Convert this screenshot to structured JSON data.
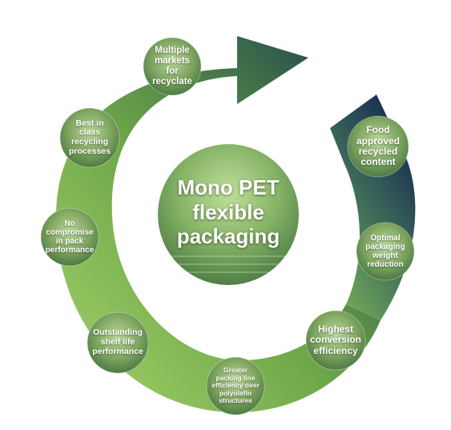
{
  "center": {
    "label": "Mono PET\nflexible\npackaging"
  },
  "benefits": [
    {
      "key": "recyclate",
      "label": "Multiple\nmarkets\nfor\nrecyclate"
    },
    {
      "key": "food",
      "label": "Food\napproved\nrecycled\ncontent"
    },
    {
      "key": "weight",
      "label": "Optimal\npackaging\nweight\nreduction"
    },
    {
      "key": "conversion",
      "label": "Highest\nconversion\nefficiency"
    },
    {
      "key": "line",
      "label": "Greater\npacking line\nefficiency over\npolyolefin\nstructures"
    },
    {
      "key": "shelf",
      "label": "Outstanding\nshelf life\nperformance"
    },
    {
      "key": "pack",
      "label": "No\ncompromise\nin pack\nperformance"
    },
    {
      "key": "processes",
      "label": "Best in\nclass\nrecycling\nprocesses"
    }
  ],
  "colors": {
    "ring_light": "#8cc152",
    "ring_mid": "#4f8a3b",
    "ring_dark": "#1e3a5a",
    "bubble": "#7da85a"
  }
}
